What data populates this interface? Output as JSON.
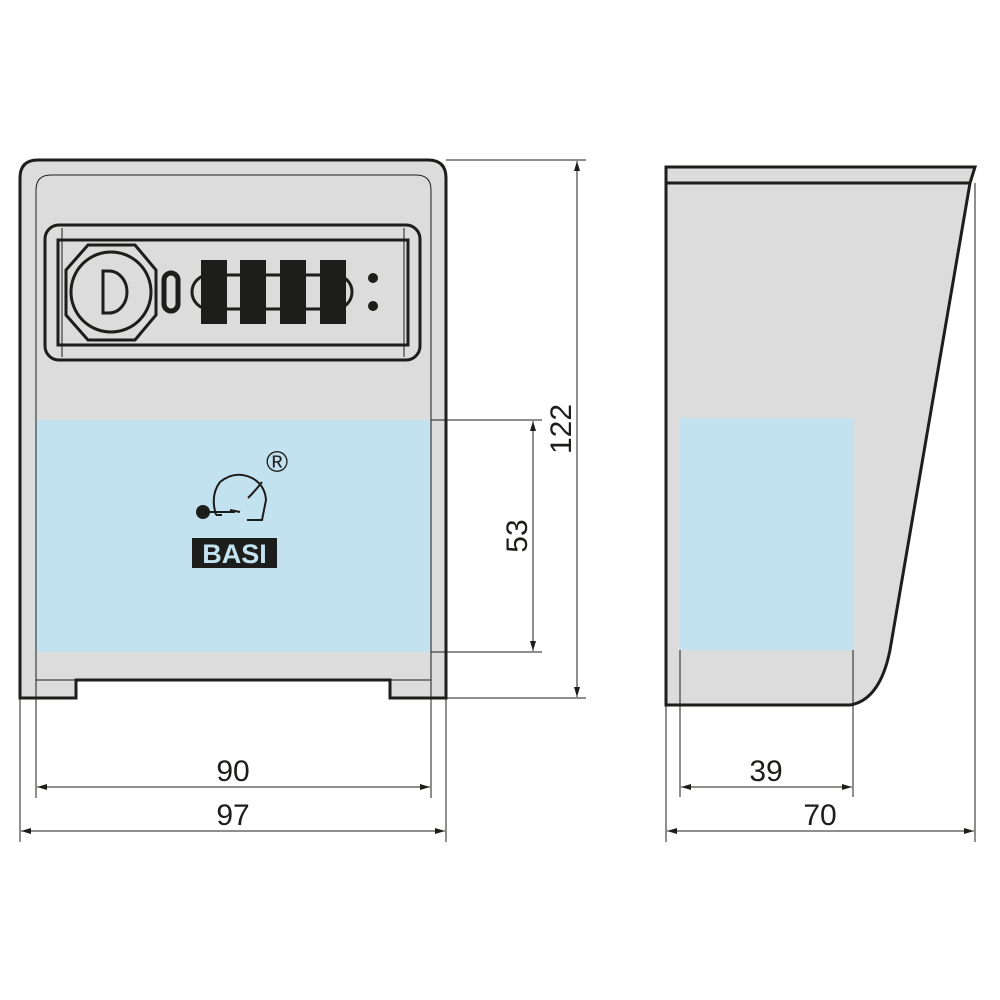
{
  "title": "BASI key box dimension drawing",
  "colors": {
    "body": "#dcdcdc",
    "label_area": "#c3e2ef",
    "line": "#1d1d1b"
  },
  "logo": {
    "brand": "BASI",
    "mark": "®",
    "icon": "elephant-with-key-icon"
  },
  "dimensions": {
    "front_height": "122",
    "label_height": "53",
    "inner_width": "90",
    "outer_width": "97",
    "side_label_width": "39",
    "depth": "70"
  }
}
